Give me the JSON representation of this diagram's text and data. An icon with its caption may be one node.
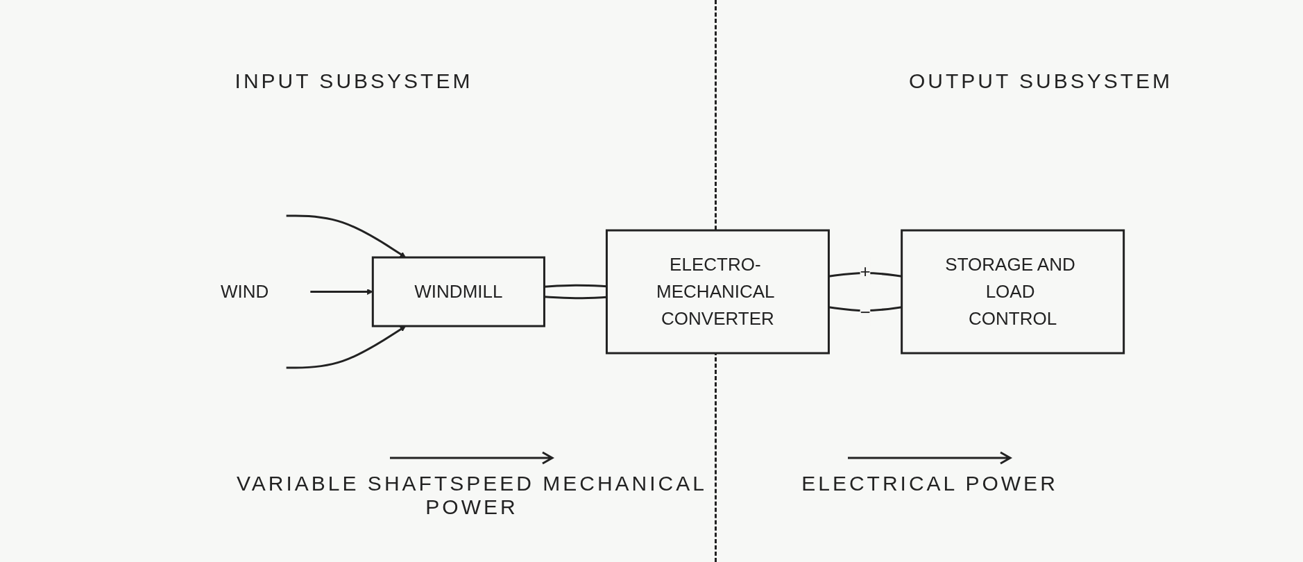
{
  "diagram": {
    "nodes": [
      {
        "text": [
          "WIND"
        ]
      },
      {
        "text": [
          "WINDMILL"
        ]
      },
      {
        "text": [
          "ELECTRO- MECHANICAL CONVERTER"
        ]
      },
      {
        "text": [
          "STORAGE AND LOAD CONTROL"
        ]
      }
    ],
    "edges": [
      {
        "from": null,
        "to": 1,
        "arrow": "to"
      },
      {
        "from": 0,
        "to": 1,
        "arrow": "to"
      },
      {
        "from": null,
        "to": 1,
        "arrow": "to"
      },
      {
        "from": 1,
        "to": 2,
        "arrow": "none"
      },
      {
        "from": 1,
        "to": 2,
        "arrow": "none"
      },
      {
        "from": 2,
        "to": 3,
        "arrow": "none",
        "label": "+"
      },
      {
        "from": 2,
        "to": 3,
        "arrow": "none",
        "label": "−"
      }
    ],
    "labels": [
      "INPUT SUBSYSTEM",
      "OUTPUT SUBSYSTEM",
      "VARIABLE SHAFTSPEED MECHANICAL POWER",
      "ELECTRICAL POWER"
    ]
  }
}
